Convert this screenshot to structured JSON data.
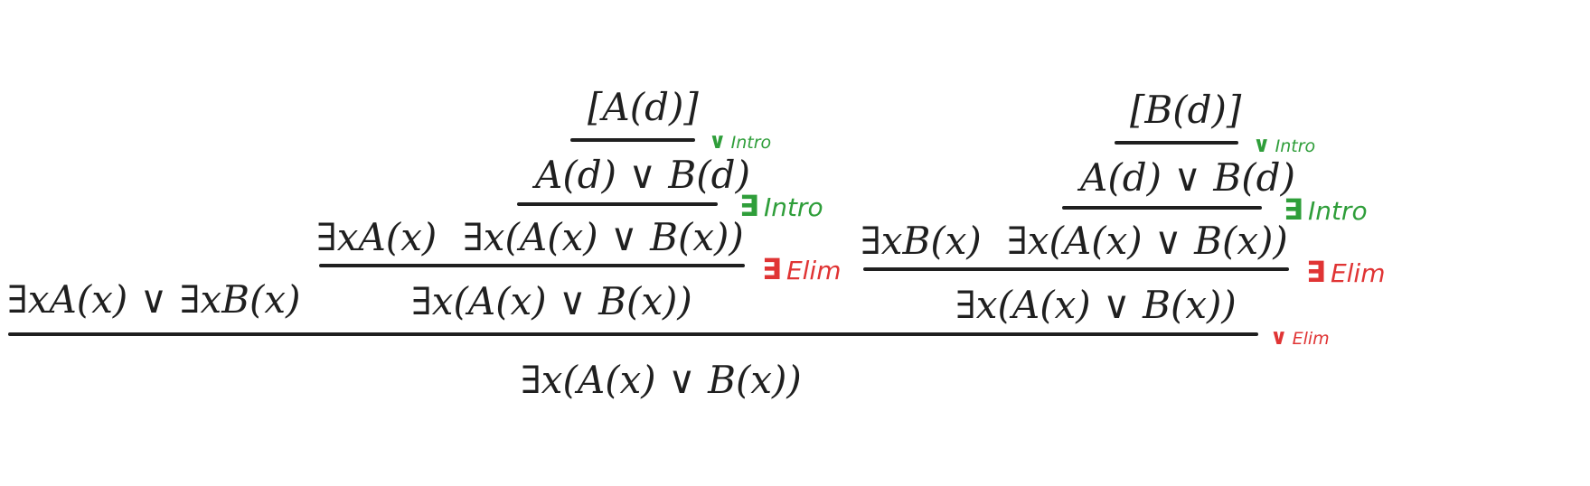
{
  "proof": {
    "left": {
      "assumption": "[A(d)]",
      "or_intro_result": "A(d) ∨ B(d)",
      "or_intro_rule": {
        "symbol": "∨",
        "name": "Intro"
      },
      "exists_intro_premise": "∃xA(x)",
      "exists_intro_result": "∃x(A(x) ∨ B(x))",
      "exists_intro_rule": {
        "symbol": "∃",
        "name": "Intro"
      },
      "exists_elim_result": "∃x(A(x) ∨ B(x))",
      "exists_elim_rule": {
        "symbol": "∃",
        "name": "Elim"
      }
    },
    "right": {
      "assumption": "[B(d)]",
      "or_intro_result": "A(d) ∨ B(d)",
      "or_intro_rule": {
        "symbol": "∨",
        "name": "Intro"
      },
      "exists_intro_premise": "∃xB(x)",
      "exists_intro_result": "∃x(A(x) ∨ B(x))",
      "exists_intro_rule": {
        "symbol": "∃",
        "name": "Intro"
      },
      "exists_elim_result": "∃x(A(x) ∨ B(x))",
      "exists_elim_rule": {
        "symbol": "∃",
        "name": "Elim"
      }
    },
    "major_premise": "∃xA(x) ∨ ∃xB(x)",
    "conclusion": "∃x(A(x) ∨ B(x))",
    "final_rule": {
      "symbol": "∨",
      "name": "Elim"
    }
  },
  "colors": {
    "intro": "#2f9e3a",
    "elim": "#e03434",
    "ink": "#1f1f1f"
  }
}
